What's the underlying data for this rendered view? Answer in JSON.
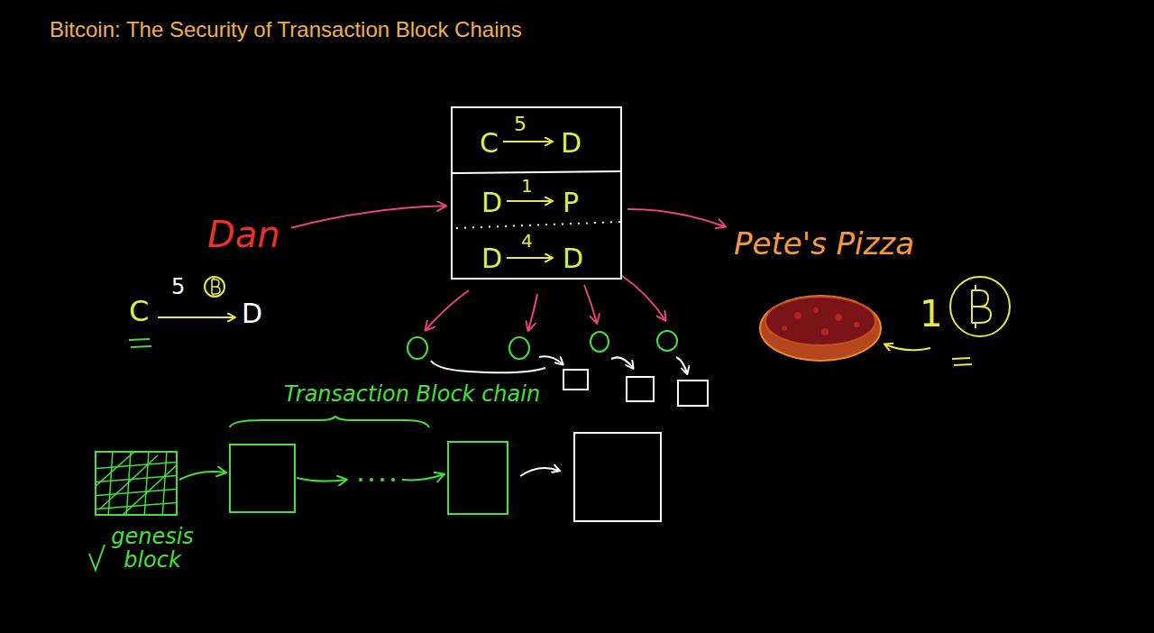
{
  "diagram": {
    "title": "Bitcoin: The Security of Transaction Block Chains",
    "nodes": [
      {
        "text": [
          "Dan"
        ]
      },
      {
        "text": [
          "C",
          "5",
          "D",
          "D",
          "1",
          "P",
          "D",
          "4",
          "D"
        ]
      },
      {
        "text": [
          "Pete's Pizza"
        ]
      },
      {
        "text": [
          "genesis block"
        ]
      }
    ],
    "edges": [
      {
        "from": 0,
        "to": 1,
        "arrow": "to"
      },
      {
        "from": 1,
        "to": 2,
        "arrow": "to"
      }
    ],
    "labels": [
      "C",
      "5",
      "D",
      "Transaction Block chain",
      "1"
    ]
  }
}
